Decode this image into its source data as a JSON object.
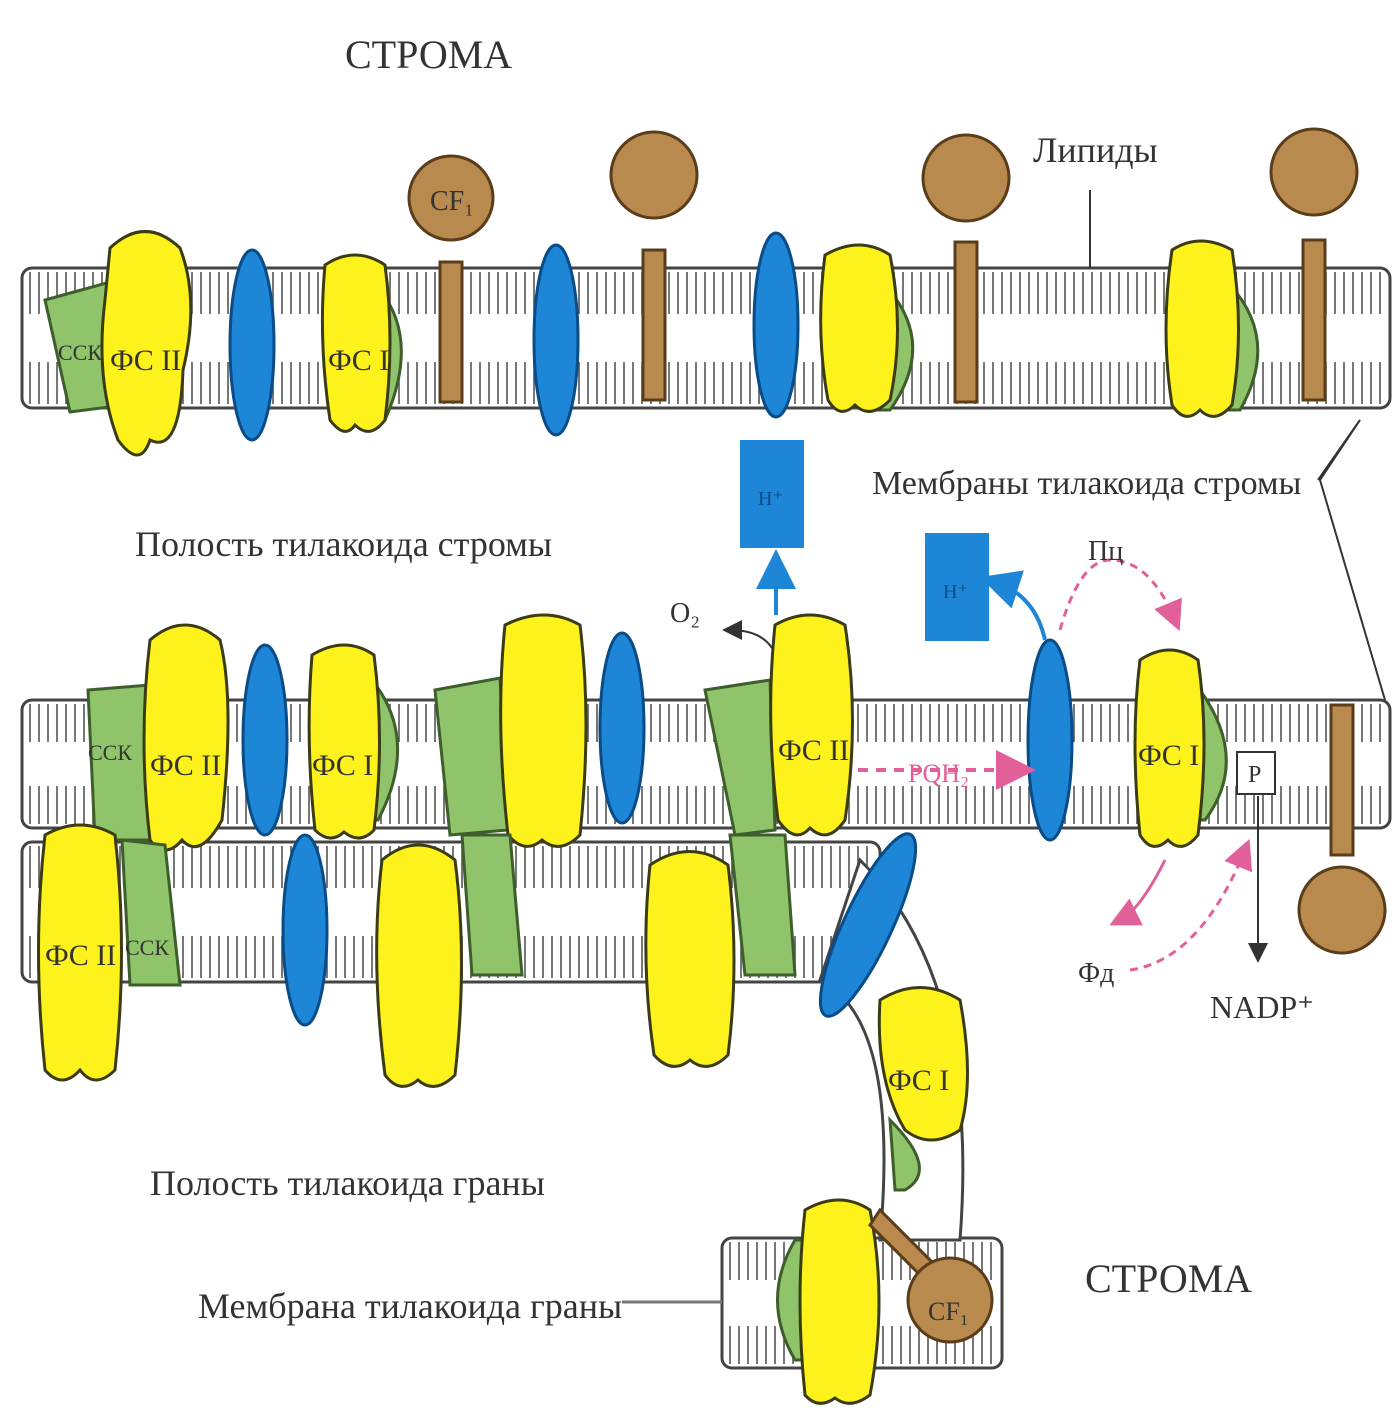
{
  "labels": {
    "stroma_top": "СТРОМА",
    "lipids": "Липиды",
    "stroma_thylakoid_membranes": "Мембраны тилакоида стромы",
    "stroma_thylakoid_lumen": "Полость тилакоида стромы",
    "grana_thylakoid_lumen": "Полость тилакоида граны",
    "grana_thylakoid_membrane": "Мембрана тилакоида граны",
    "stroma_bottom": "СТРОМА",
    "o2": "O₂",
    "pq_h": "PQH₂",
    "pc_red": "Пц",
    "pc_ox": "Фд",
    "nadp": "NADP⁺",
    "p_box": "P",
    "h_plus": "H⁺"
  },
  "complexes": {
    "ps2": "ФС II",
    "ps1": "ФС I",
    "lhc": "ССК",
    "cf1": "CF₁"
  },
  "colors": {
    "photosystem": "#fdf21b",
    "lhc": "#8fc46a",
    "cytochrome": "#1e86d6",
    "atp_synthase": "#b88a4e",
    "arrow_pink": "#e2609a"
  }
}
